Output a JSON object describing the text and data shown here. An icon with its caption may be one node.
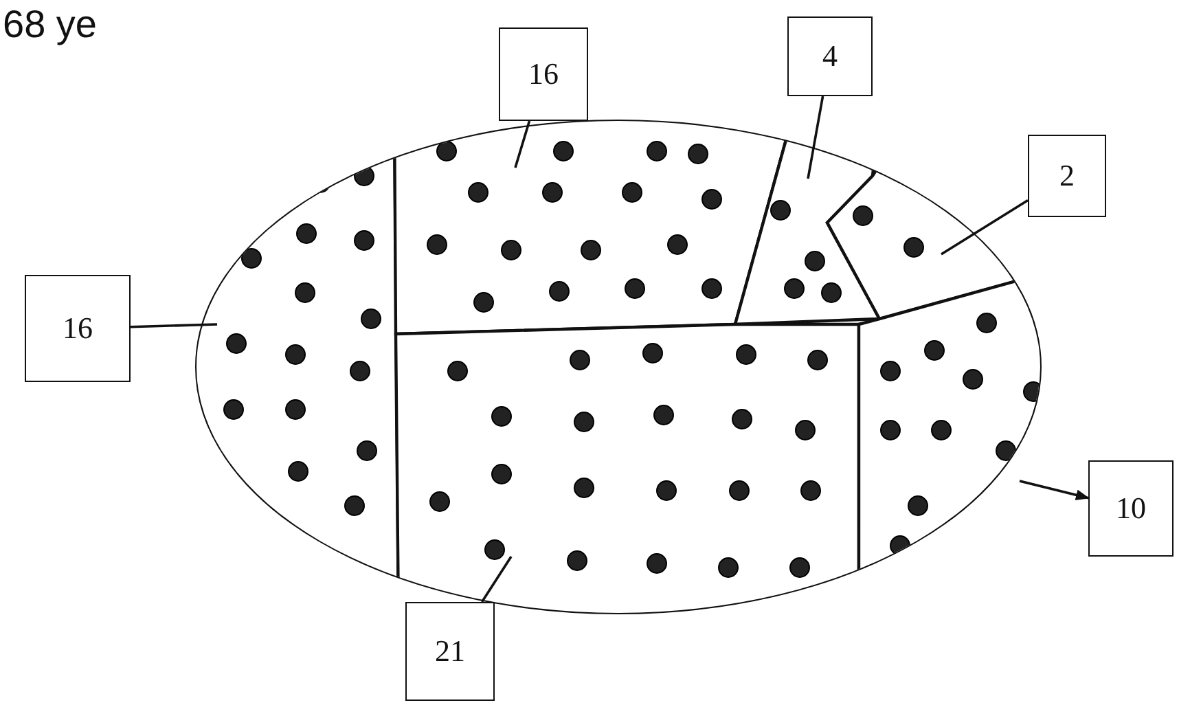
{
  "diagram": {
    "nodes": [
      {
        "text": [],
        "shape": "ellipse"
      },
      {
        "text": [
          "16"
        ]
      },
      {
        "text": [
          "4"
        ]
      },
      {
        "text": [
          "2"
        ]
      },
      {
        "text": [
          "16"
        ]
      },
      {
        "text": [],
        "shape": "region",
        "in": 0
      },
      {
        "text": [],
        "shape": "region",
        "in": 0
      },
      {
        "text": [],
        "shape": "region",
        "in": 0
      },
      {
        "text": [],
        "shape": "region",
        "in": 0
      },
      {
        "text": [],
        "shape": "region",
        "in": 0
      },
      {
        "text": [],
        "shape": "region",
        "in": 0
      },
      {
        "text": [
          "10"
        ]
      },
      {
        "text": [
          "21"
        ]
      }
    ],
    "edges": [
      {
        "from": 1,
        "to": 6,
        "arrow": "none"
      },
      {
        "from": 2,
        "to": 7,
        "arrow": "none"
      },
      {
        "from": 3,
        "to": 8,
        "arrow": "none"
      },
      {
        "from": 4,
        "to": 5,
        "arrow": "none"
      },
      {
        "from": 10,
        "to": 11,
        "arrow": "to"
      },
      {
        "from": 12,
        "to": 9,
        "arrow": "none"
      }
    ],
    "labels": [
      "68 ye"
    ]
  }
}
